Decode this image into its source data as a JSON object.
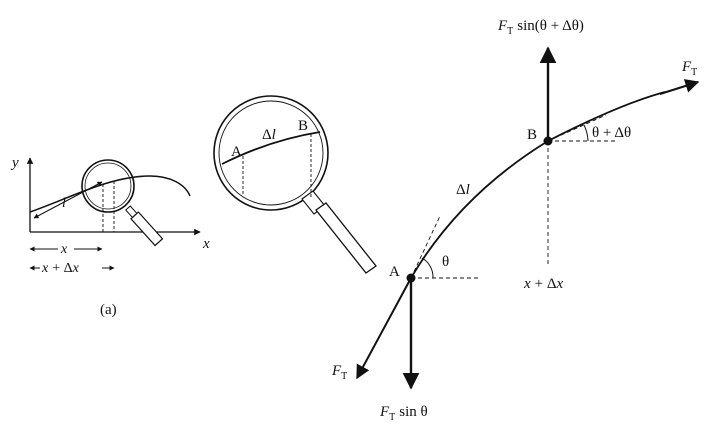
{
  "panel_a": {
    "axis_y": "y",
    "axis_x": "x",
    "curve_label": "l",
    "span_x": "x",
    "span_x_dx_x": "x",
    "span_x_dx_op": "+ Δ",
    "span_x_dx_x2": "x",
    "caption": "(a)"
  },
  "magnifier": {
    "point_a": "A",
    "point_b": "B",
    "arc_delta": "Δ",
    "arc_l": "l"
  },
  "detail": {
    "ft_sin_top_f": "F",
    "ft_sin_top_sub": "T",
    "ft_sin_top_rest": "sin(θ + Δθ)",
    "ft_top_f": "F",
    "ft_top_sub": "T",
    "point_b": "B",
    "angle_b": "θ + Δθ",
    "arc_delta": "Δ",
    "arc_l": "l",
    "point_a": "A",
    "angle_a": "θ",
    "xdx_x": "x",
    "xdx_op": "+ Δ",
    "xdx_x2": "x",
    "ft_bottom_f": "F",
    "ft_bottom_sub": "T",
    "ft_sin_bottom_f": "F",
    "ft_sin_bottom_sub": "T",
    "ft_sin_bottom_rest": "sin θ"
  }
}
